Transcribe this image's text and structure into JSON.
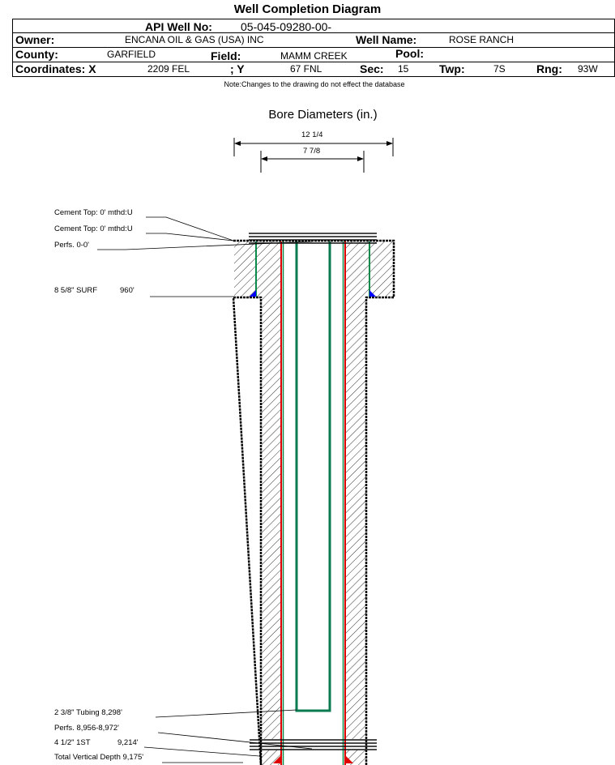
{
  "title": "Well Completion Diagram",
  "header": {
    "api_label": "API Well No:",
    "api_value": "05-045-09280-00-",
    "owner_label": "Owner:",
    "owner_value": "ENCANA OIL & GAS (USA) INC",
    "well_name_label": "Well Name:",
    "well_name_value": "ROSE RANCH",
    "county_label": "County:",
    "county_value": "GARFIELD",
    "field_label": "Field:",
    "field_value": "MAMM CREEK",
    "pool_label": "Pool:",
    "coord_x_label": "Coordinates: X",
    "coord_x_value": "2209 FEL",
    "coord_y_label": "; Y",
    "coord_y_value": "67 FNL",
    "sec_label": "Sec:",
    "sec_value": "15",
    "twp_label": "Twp:",
    "twp_value": "7S",
    "rng_label": "Rng:",
    "rng_value": "93W"
  },
  "note": "Note:Changes to the drawing do not effect the database",
  "bore": {
    "title": "Bore Diameters (in.)",
    "outer": "12 1/4",
    "inner": "7 7/8"
  },
  "labels": {
    "cement_top_1": "Cement Top: 0' mthd:U",
    "cement_top_2": "Cement Top: 0' mthd:U",
    "perfs_top": "Perfs. 0-0'",
    "surf_casing": "8 5/8\" SURF",
    "surf_depth": "960'",
    "tubing": "2 3/8\" Tubing 8,298'",
    "perfs_bottom": "Perfs. 8,956-8,972'",
    "prod_casing": "4 1/2\" 1ST",
    "prod_depth": "9,214'",
    "tvd": "Total Vertical Depth 9,175'"
  },
  "colors": {
    "casing_surface": "#0a8a4a",
    "casing_prod": "#e00000",
    "tubing": "#0a8a4a",
    "cement_shoe": "#0000ff"
  }
}
